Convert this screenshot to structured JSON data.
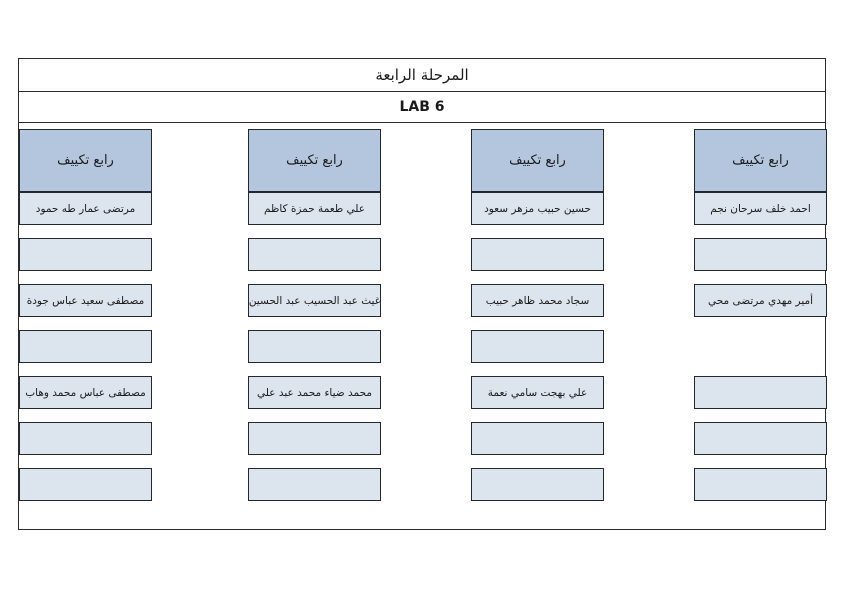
{
  "document": {
    "stage_title": "المرحلة الرابعة",
    "lab_title": "LAB 6"
  },
  "colors": {
    "header_fill": "#b3c6de",
    "cell_fill": "#dce4ee",
    "border": "#23282e",
    "page_background": "#ffffff",
    "text": "#1a1a1a"
  },
  "columns": [
    {
      "header": "رابع تكييف",
      "cells": [
        "احمد خلف سرحان نجم",
        "",
        "أمير مهدي مرتضى محي",
        null,
        "",
        "",
        ""
      ]
    },
    {
      "header": "رابع تكييف",
      "cells": [
        "حسين حبيب مزهر سعود",
        "",
        "سجاد محمد ظاهر حبيب",
        "",
        "علي بهجت سامي نعمة",
        "",
        ""
      ]
    },
    {
      "header": "رابع تكييف",
      "cells": [
        "علي طعمة حمزة كاظم",
        "",
        "غيث عبد الحسيب عبد الحسين",
        "",
        "محمد ضياء محمد عبد علي",
        "",
        ""
      ]
    },
    {
      "header": "رابع تكييف",
      "cells": [
        "مرتضى عمار طه حمود",
        "",
        "مصطفى سعيد عباس جودة",
        "",
        "مصطفى عباس محمد وهاب",
        "",
        ""
      ]
    }
  ]
}
